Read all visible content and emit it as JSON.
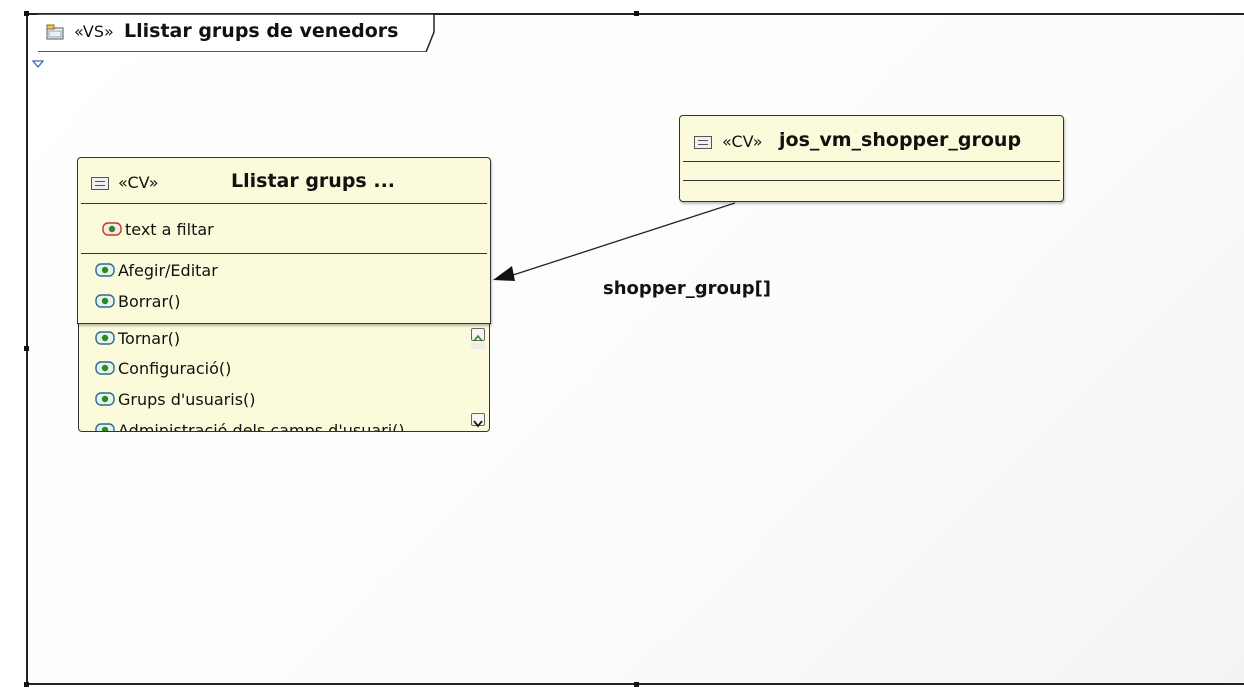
{
  "frame": {
    "stereotype": "«VS»",
    "title": "Llistar grups de venedors"
  },
  "classes": {
    "llistar": {
      "stereotype": "«CV»",
      "name": "Llistar grups ...",
      "attributes": [
        {
          "label": "text a filtar"
        }
      ],
      "operations": [
        {
          "label": "Afegir/Editar"
        },
        {
          "label": "Borrar()"
        }
      ],
      "scroll_operations": [
        {
          "label": "Tornar()"
        },
        {
          "label": "Configuració()"
        },
        {
          "label": "Grups d'usuaris()"
        },
        {
          "label": "Administració dels camps d'usuari()"
        }
      ]
    },
    "shopper": {
      "stereotype": "«CV»",
      "name": "jos_vm_shopper_group"
    }
  },
  "association": {
    "label": "shopper_group[]"
  },
  "colors": {
    "class_fill": "#fbfbdc",
    "line": "#222222",
    "op_icon": "#2a8a2a",
    "attr_icon": "#c0392b"
  },
  "icons": {
    "frame_tab": "package-folder-icon",
    "class_header": "class-icon",
    "attribute": "attribute-icon",
    "operation": "operation-icon"
  }
}
